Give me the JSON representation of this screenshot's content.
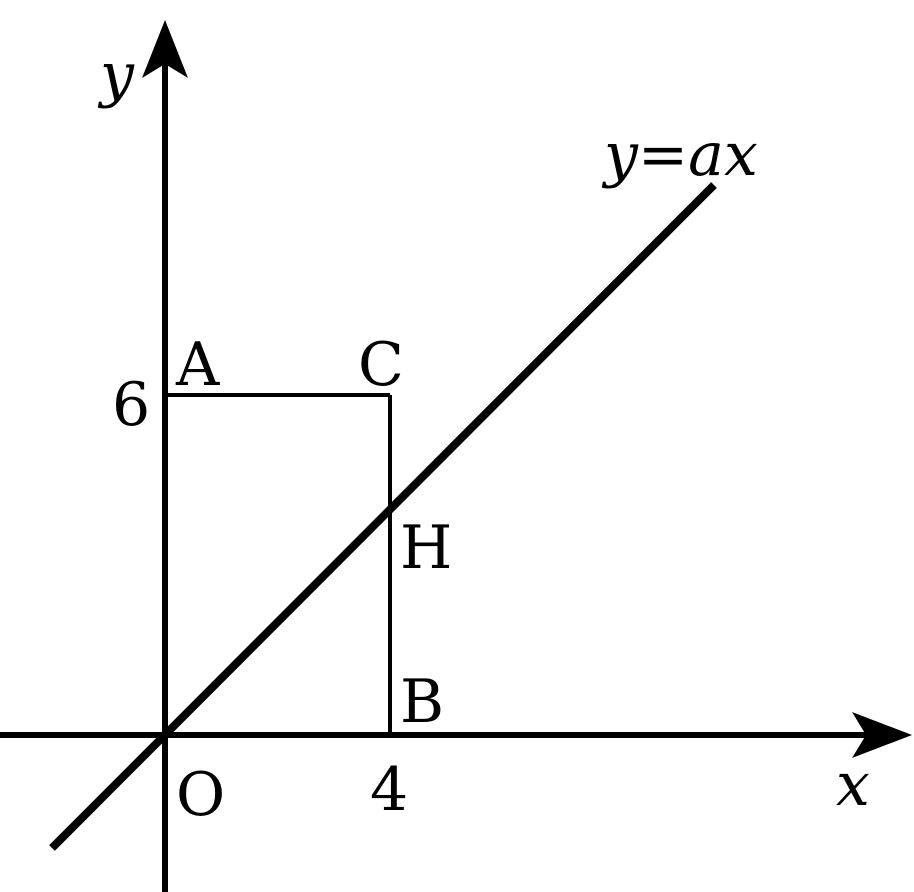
{
  "axes": {
    "x_label": "x",
    "y_label": "y",
    "origin_label": "O"
  },
  "ticks": {
    "x_tick": "4",
    "y_tick": "6"
  },
  "points": {
    "A": "A",
    "B": "B",
    "C": "C",
    "H": "H"
  },
  "line": {
    "label": "y=ax"
  },
  "colors": {
    "ink": "#000000",
    "background": "#ffffff"
  }
}
